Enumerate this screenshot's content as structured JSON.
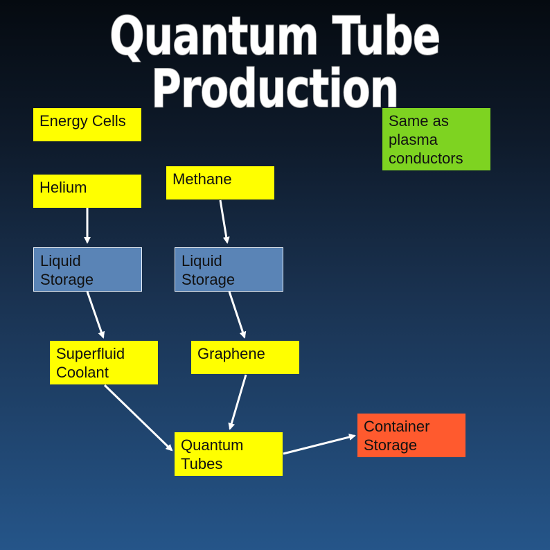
{
  "title": "Quantum Tube Production",
  "nodes": {
    "energy_cells": "Energy Cells",
    "note": "Same as plasma conductors",
    "helium": "Helium",
    "methane": "Methane",
    "liquid_storage_1": "Liquid Storage",
    "liquid_storage_2": "Liquid Storage",
    "superfluid_coolant": "Superfluid Coolant",
    "graphene": "Graphene",
    "quantum_tubes": "Quantum Tubes",
    "container_storage": "Container Storage"
  },
  "edges": [
    {
      "from": "Helium",
      "to": "Liquid Storage (1)"
    },
    {
      "from": "Methane",
      "to": "Liquid Storage (2)"
    },
    {
      "from": "Liquid Storage (1)",
      "to": "Superfluid Coolant"
    },
    {
      "from": "Liquid Storage (2)",
      "to": "Graphene"
    },
    {
      "from": "Superfluid Coolant",
      "to": "Quantum Tubes"
    },
    {
      "from": "Graphene",
      "to": "Quantum Tubes"
    },
    {
      "from": "Quantum Tubes",
      "to": "Container Storage"
    }
  ],
  "colors": {
    "input": "#ffff00",
    "storage": "#5a84b6",
    "note": "#7ed321",
    "output": "#ff5a2e"
  }
}
